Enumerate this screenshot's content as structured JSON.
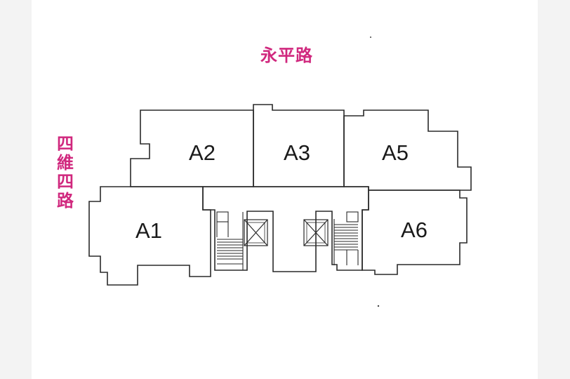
{
  "streets": {
    "top": "永平路",
    "left": "四維四路"
  },
  "units": {
    "a1": "A1",
    "a2": "A2",
    "a3": "A3",
    "a5": "A5",
    "a6": "A6"
  },
  "colors": {
    "street_label": "#d0287e",
    "line": "#2a2a2a",
    "background": "#ffffff"
  }
}
